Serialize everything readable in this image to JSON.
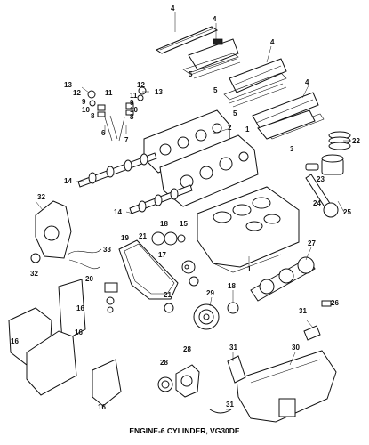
{
  "caption": "ENGINE-6 CYLINDER, VG30DE",
  "callouts": [
    {
      "id": "c1",
      "text": "4"
    },
    {
      "id": "c2",
      "text": "4"
    },
    {
      "id": "c3",
      "text": "4"
    },
    {
      "id": "c4",
      "text": "4"
    },
    {
      "id": "c5",
      "text": "5"
    },
    {
      "id": "c6",
      "text": "5"
    },
    {
      "id": "c7",
      "text": "5"
    },
    {
      "id": "c8",
      "text": "13"
    },
    {
      "id": "c9",
      "text": "12"
    },
    {
      "id": "c10",
      "text": "11"
    },
    {
      "id": "c11",
      "text": "9"
    },
    {
      "id": "c12",
      "text": "10"
    },
    {
      "id": "c13",
      "text": "8"
    },
    {
      "id": "c14",
      "text": "6"
    },
    {
      "id": "c15",
      "text": "7"
    },
    {
      "id": "c16",
      "text": "13"
    },
    {
      "id": "c17",
      "text": "12"
    },
    {
      "id": "c18",
      "text": "11"
    },
    {
      "id": "c19",
      "text": "9"
    },
    {
      "id": "c20",
      "text": "10"
    },
    {
      "id": "c21",
      "text": "8"
    },
    {
      "id": "c22",
      "text": "2"
    },
    {
      "id": "c23",
      "text": "1"
    },
    {
      "id": "c24",
      "text": "3"
    },
    {
      "id": "c25",
      "text": "22"
    },
    {
      "id": "c26",
      "text": "23"
    },
    {
      "id": "c27",
      "text": "14"
    },
    {
      "id": "c28",
      "text": "14"
    },
    {
      "id": "c29",
      "text": "32"
    },
    {
      "id": "c30",
      "text": "24"
    },
    {
      "id": "c31",
      "text": "25"
    },
    {
      "id": "c32",
      "text": "18"
    },
    {
      "id": "c33",
      "text": "15"
    },
    {
      "id": "c34",
      "text": "19"
    },
    {
      "id": "c35",
      "text": "21"
    },
    {
      "id": "c36",
      "text": "17"
    },
    {
      "id": "c37",
      "text": "33"
    },
    {
      "id": "c38",
      "text": "27"
    },
    {
      "id": "c39",
      "text": "32"
    },
    {
      "id": "c40",
      "text": "20"
    },
    {
      "id": "c41",
      "text": "1"
    },
    {
      "id": "c42",
      "text": "18"
    },
    {
      "id": "c43",
      "text": "29"
    },
    {
      "id": "c44",
      "text": "21"
    },
    {
      "id": "c45",
      "text": "26"
    },
    {
      "id": "c46",
      "text": "16"
    },
    {
      "id": "c47",
      "text": "16"
    },
    {
      "id": "c48",
      "text": "31"
    },
    {
      "id": "c49",
      "text": "16"
    },
    {
      "id": "c50",
      "text": "28"
    },
    {
      "id": "c51",
      "text": "28"
    },
    {
      "id": "c52",
      "text": "31"
    },
    {
      "id": "c53",
      "text": "30"
    },
    {
      "id": "c54",
      "text": "16"
    },
    {
      "id": "c55",
      "text": "31"
    }
  ]
}
